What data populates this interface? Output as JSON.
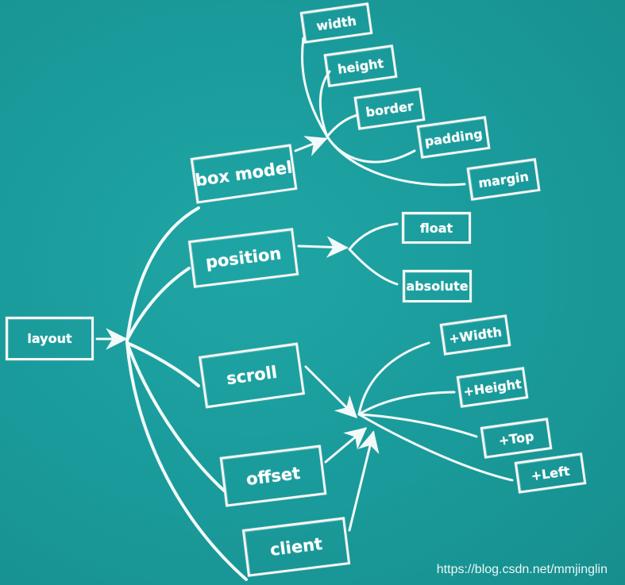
{
  "nodes": {
    "root": "layout",
    "box_model": "box model",
    "position": "position",
    "scroll": "scroll",
    "offset": "offset",
    "client": "client",
    "width": "width",
    "height": "height",
    "border": "border",
    "padding": "padding",
    "margin": "margin",
    "float": "float",
    "absolute": "absolute",
    "plus_width": "+Width",
    "plus_height": "+Height",
    "plus_top": "+Top",
    "plus_left": "+Left"
  },
  "watermark": "https://blog.csdn.net/mmjinglin",
  "colors": {
    "background": "#1a9b9b",
    "chalk": "#ffffff"
  }
}
